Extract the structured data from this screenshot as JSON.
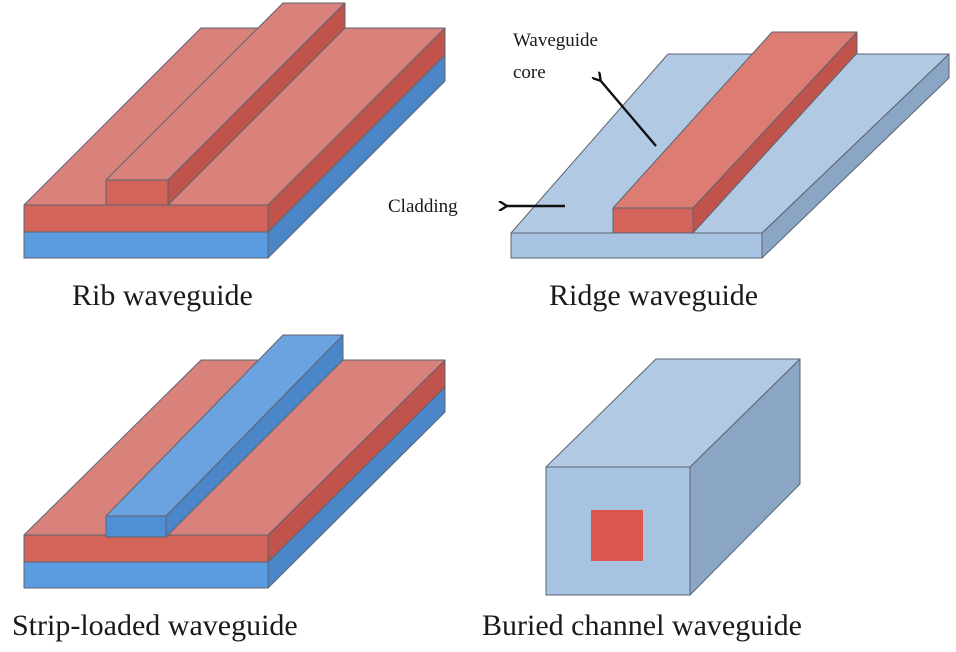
{
  "figure": {
    "panels": [
      {
        "id": "rib",
        "caption": "Rib waveguide"
      },
      {
        "id": "ridge",
        "caption": "Ridge waveguide"
      },
      {
        "id": "strip",
        "caption": "Strip-loaded waveguide"
      },
      {
        "id": "buried",
        "caption": "Buried channel waveguide"
      }
    ],
    "annotations": {
      "core_label_line1": "Waveguide",
      "core_label_line2": "core",
      "cladding_label": "Cladding"
    },
    "colors": {
      "red_top": "#d9827c",
      "red_front": "#d2645a",
      "red_side": "#c0544c",
      "blue_front": "#5b9be0",
      "blue_side": "#4a86c8",
      "strip_top": "#6aa3e0",
      "strip_front": "#4f8fd6",
      "light_top": "#b2c9e4",
      "light_front": "#a8c3e2",
      "light_side": "#8aa6c4",
      "arrow": "#111111"
    }
  }
}
